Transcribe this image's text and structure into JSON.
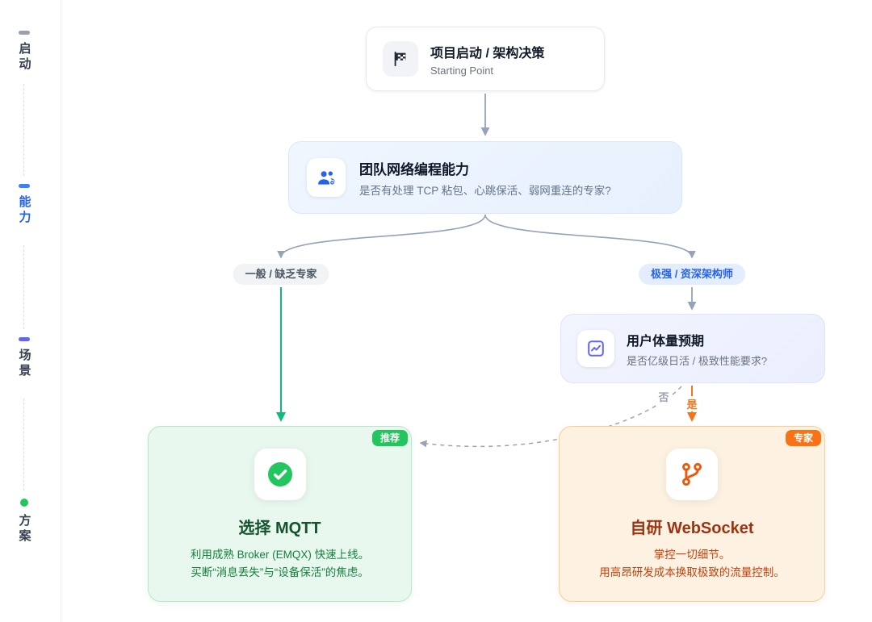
{
  "sidebar": {
    "items": [
      {
        "label": "启动",
        "shape": "dash",
        "color": "#9aa1ab",
        "text_color": "#374151"
      },
      {
        "label": "能力",
        "shape": "dash",
        "color": "#3b82f6",
        "text_color": "#2563eb"
      },
      {
        "label": "场景",
        "shape": "dash",
        "color": "#6366f1",
        "text_color": "#374151"
      },
      {
        "label": "方案",
        "shape": "dot",
        "color": "#22c55e",
        "text_color": "#374151"
      }
    ]
  },
  "nodes": {
    "start": {
      "title": "项目启动 / 架构决策",
      "subtitle": "Starting Point",
      "icon": "checkered-flag"
    },
    "capability": {
      "title": "团队网络编程能力",
      "subtitle": "是否有处理 TCP 粘包、心跳保活、弱网重连的专家?",
      "icon": "team"
    },
    "scale": {
      "title": "用户体量预期",
      "subtitle": "是否亿级日活 / 极致性能要求?",
      "icon": "line-chart"
    }
  },
  "edges": {
    "left_branch": "一般 / 缺乏专家",
    "right_branch": "极强 / 资深架构师",
    "no": "否",
    "yes": "是"
  },
  "outcomes": {
    "mqtt": {
      "badge": "推荐",
      "title": "选择 MQTT",
      "line1": "利用成熟 Broker (EMQX) 快速上线。",
      "line2": "买断“消息丢失”与“设备保活”的焦虑。",
      "accent": "#22c55e",
      "icon": "check-circle"
    },
    "websocket": {
      "badge": "专家",
      "title": "自研 WebSocket",
      "line1": "掌控一切细节。",
      "line2": "用高昂研发成本换取极致的流量控制。",
      "accent": "#f97316",
      "icon": "git-branch"
    }
  }
}
